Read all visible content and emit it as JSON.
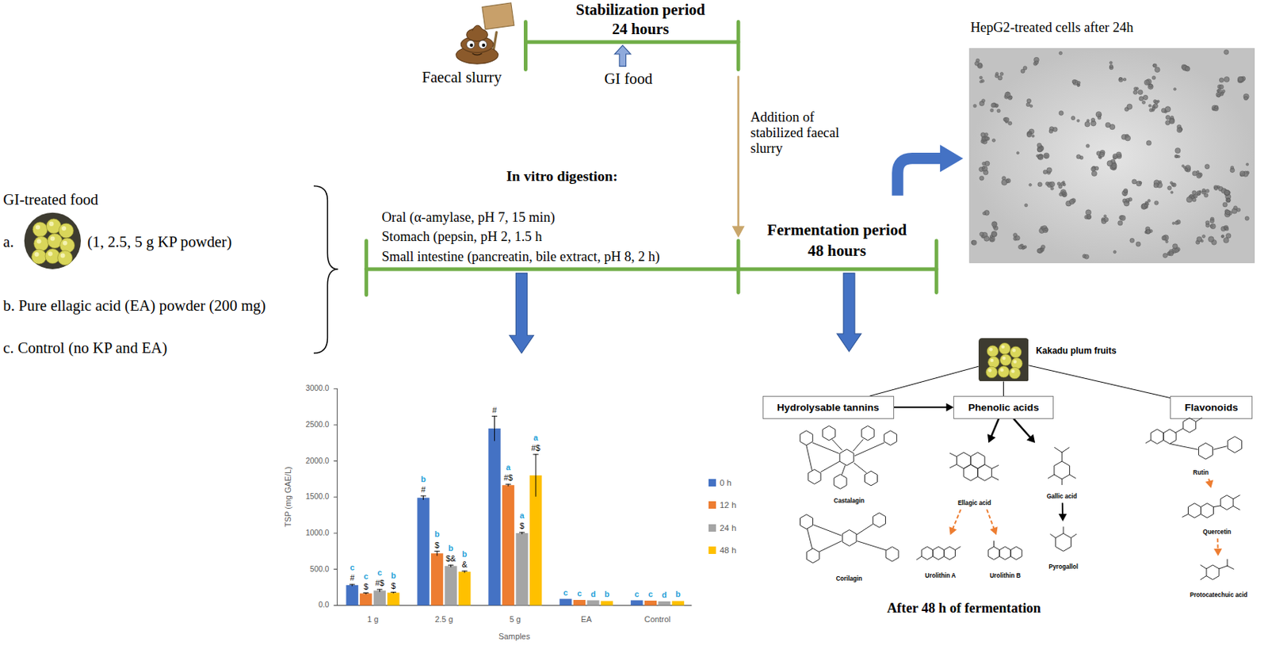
{
  "diagram": {
    "nodes": [
      {
        "text": [
          "Kakadu plum fruits"
        ]
      },
      {
        "text": [
          "Hydrolysable tannins"
        ]
      },
      {
        "text": [
          "Phenolic acids"
        ]
      },
      {
        "text": [
          "Flavonoids"
        ]
      },
      {
        "text": [
          "Castalagin"
        ]
      },
      {
        "text": [
          "Corilagin"
        ]
      },
      {
        "text": [
          "Ellagic acid"
        ]
      },
      {
        "text": [
          "Gallic acid"
        ]
      },
      {
        "text": [
          "Urolithin A"
        ]
      },
      {
        "text": [
          "Urolithin B"
        ]
      },
      {
        "text": [
          "Pyrogallol"
        ]
      },
      {
        "text": [
          "Rutin"
        ]
      },
      {
        "text": [
          "Quercetin"
        ]
      },
      {
        "text": [
          "Protocatechuic acid"
        ]
      }
    ],
    "edges": [
      {
        "from": 0,
        "to": 1,
        "arrow": "none"
      },
      {
        "from": 0,
        "to": 2,
        "arrow": "none"
      },
      {
        "from": 0,
        "to": 3,
        "arrow": "none"
      },
      {
        "from": 1,
        "to": 2,
        "arrow": "to"
      },
      {
        "from": 2,
        "to": 6,
        "arrow": "to"
      },
      {
        "from": 2,
        "to": 7,
        "arrow": "to"
      },
      {
        "from": 6,
        "to": 8,
        "arrow": "to"
      },
      {
        "from": 6,
        "to": 9,
        "arrow": "to"
      },
      {
        "from": 7,
        "to": 10,
        "arrow": "to"
      },
      {
        "from": 11,
        "to": 12,
        "arrow": "to"
      },
      {
        "from": 12,
        "to": 13,
        "arrow": "to"
      }
    ],
    "labels": [
      "Stabilization period",
      "24 hours",
      "Faecal slurry",
      "GI food",
      "Addition of stabilized faecal slurry",
      "HepG2-treated cells after 24h",
      "In vitro digestion:",
      "Oral (α-amylase, pH 7, 15 min)",
      "Stomach (pepsin, pH 2, 1.5 h",
      "Small intestine (pancreatin, bile extract, pH 8, 2 h)",
      "Fermentation period",
      "48 hours",
      "GI-treated food",
      "a.",
      "(1, 2.5, 5 g KP powder)",
      "b. Pure ellagic acid (EA) powder (200 mg)",
      "c. Control (no KP and EA)",
      "TSP (mg GAE/L)",
      "3000.0",
      "2500.0",
      "2000.0",
      "1500.0",
      "1000.0",
      "500.0",
      "0.0",
      "1 g",
      "2.5 g",
      "5 g",
      "EA",
      "Control",
      "Samples",
      "c",
      "#",
      "c",
      "$",
      "c",
      "#$",
      "b",
      "$",
      "b",
      "#",
      "b",
      "$",
      "b",
      "$&",
      "b",
      "&",
      "#",
      "a",
      "#$",
      "a",
      "$",
      "a",
      "#$",
      "c",
      "c",
      "d",
      "b",
      "c",
      "c",
      "d",
      "b",
      "After 48 h of fermentation"
    ],
    "legend": [
      {
        "text": "0 h",
        "color": "#4472c4"
      },
      {
        "text": "12 h",
        "color": "#ed7d31"
      },
      {
        "text": "24 h",
        "color": "#a5a5a5"
      },
      {
        "text": "48 h",
        "color": "#ffc000"
      }
    ]
  }
}
